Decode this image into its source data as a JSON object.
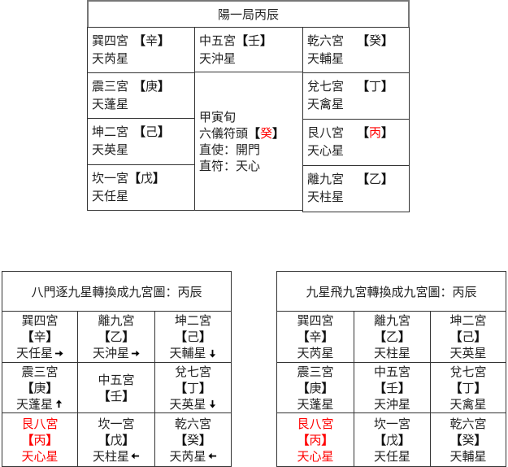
{
  "colors": {
    "highlight": "#ff0000",
    "text": "#222222",
    "border": "#333333",
    "header_border": "#777777"
  },
  "symbols": {
    "open": "【",
    "close": "】"
  },
  "top_table": {
    "title": "陽一局丙辰",
    "left": [
      {
        "palace": "巽四宮",
        "stem": "辛",
        "star": "天芮星"
      },
      {
        "palace": "震三宮",
        "stem": "庚",
        "star": "天蓬星"
      },
      {
        "palace": "坤二宮",
        "stem": "己",
        "star": "天英星"
      },
      {
        "palace": "坎一宮",
        "stem": "戊",
        "star": "天任星"
      }
    ],
    "middle_top": {
      "palace": "中五宮",
      "stem": "壬",
      "star": "天沖星"
    },
    "middle_info": {
      "xun": "甲寅旬",
      "fu_tou_label": "六儀符頭",
      "fu_tou_stem": "癸",
      "zhi_shi": "直使：開門",
      "zhi_fu": "直符：天心"
    },
    "right": [
      {
        "palace": "乾六宮",
        "stem": "癸",
        "star": "天輔星"
      },
      {
        "palace": "兌七宮",
        "stem": "丁",
        "star": "天禽星"
      },
      {
        "palace": "艮八宮",
        "stem": "丙",
        "star": "天心星",
        "stem_highlight": true
      },
      {
        "palace": "離九宮",
        "stem": "乙",
        "star": "天柱星"
      }
    ]
  },
  "bottom_left": {
    "title": "八門逐九星轉換成九宮圖：丙辰",
    "cells": [
      {
        "palace": "巽四宮",
        "stem": "辛",
        "star": "天任星",
        "arrow": "right"
      },
      {
        "palace": "離九宮",
        "stem": "乙",
        "star": "天沖星",
        "arrow": "right"
      },
      {
        "palace": "坤二宮",
        "stem": "己",
        "star": "天輔星",
        "arrow": "down"
      },
      {
        "palace": "震三宮",
        "stem": "庚",
        "star": "天蓬星",
        "arrow": "up"
      },
      {
        "palace": "中五宮",
        "stem": "壬",
        "star": "",
        "arrow": ""
      },
      {
        "palace": "兌七宮",
        "stem": "丁",
        "star": "天英星",
        "arrow": "down"
      },
      {
        "palace": "艮八宮",
        "stem": "丙",
        "star": "天心星",
        "arrow": "",
        "highlight": true
      },
      {
        "palace": "坎一宮",
        "stem": "戊",
        "star": "天柱星",
        "arrow": "left"
      },
      {
        "palace": "乾六宮",
        "stem": "癸",
        "star": "天芮星",
        "arrow": "left"
      }
    ]
  },
  "bottom_right": {
    "title": "九星飛九宮轉換成九宮圖：丙辰",
    "cells": [
      {
        "palace": "巽四宮",
        "stem": "辛",
        "star": "天芮星"
      },
      {
        "palace": "離九宮",
        "stem": "乙",
        "star": "天柱星"
      },
      {
        "palace": "坤二宮",
        "stem": "己",
        "star": "天英星"
      },
      {
        "palace": "震三宮",
        "stem": "庚",
        "star": "天蓬星"
      },
      {
        "palace": "中五宮",
        "stem": "壬",
        "star": "天沖星"
      },
      {
        "palace": "兌七宮",
        "stem": "丁",
        "star": "天禽星"
      },
      {
        "palace": "艮八宮",
        "stem": "丙",
        "star": "天心星",
        "highlight": true
      },
      {
        "palace": "坎一宮",
        "stem": "戊",
        "star": "天任星"
      },
      {
        "palace": "乾六宮",
        "stem": "癸",
        "star": "天輔星"
      }
    ]
  }
}
